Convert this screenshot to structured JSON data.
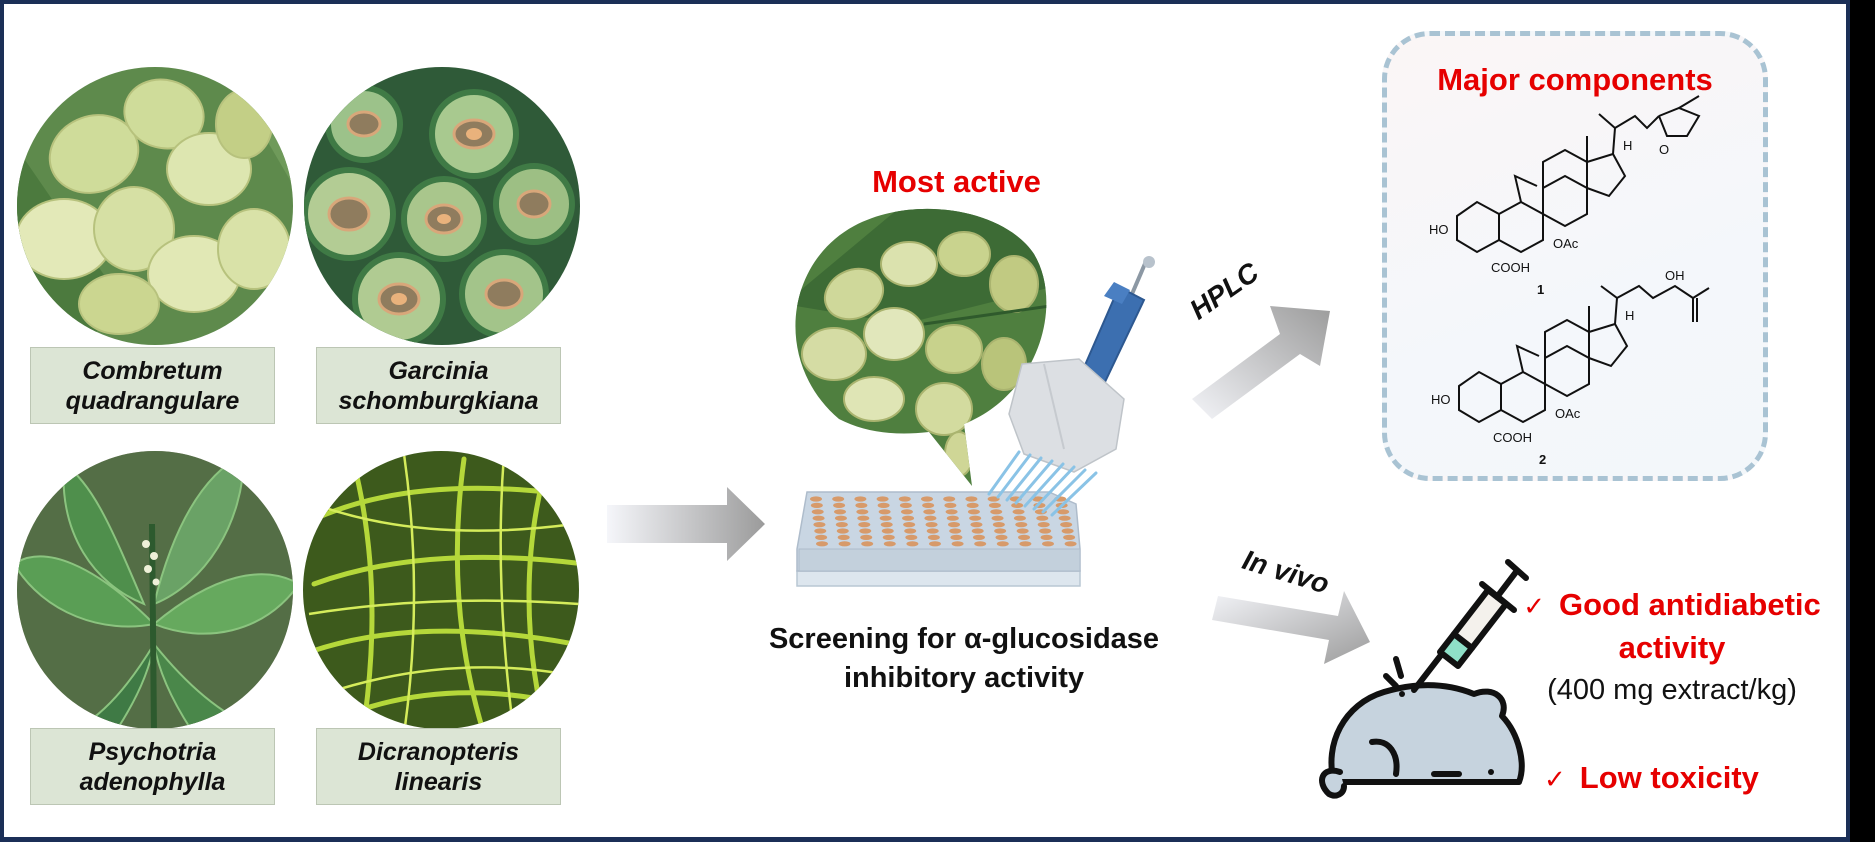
{
  "species": [
    {
      "line1": "Combretum",
      "line2": "quadrangulare",
      "photo": "winged-fruit-leaves-photo"
    },
    {
      "line1": "Garcinia",
      "line2": "schomburgkiana",
      "photo": "sliced-green-fruit-photo"
    },
    {
      "line1": "Psychotria",
      "line2": "adenophylla",
      "photo": "broad-leaf-plant-photo"
    },
    {
      "line1": "Dicranopteris",
      "line2": "linearis",
      "photo": "fern-foliage-photo"
    }
  ],
  "screening": {
    "highlight_label": "Most active",
    "caption_line1": "Screening for α-glucosidase",
    "caption_line2": "inhibitory activity"
  },
  "flow": {
    "hplc_label": "HPLC",
    "invivo_label": "In vivo"
  },
  "components": {
    "title": "Major components",
    "compounds": [
      {
        "number": "1",
        "labels": [
          "HO",
          "COOH",
          "OAc",
          "H",
          "O"
        ]
      },
      {
        "number": "2",
        "labels": [
          "HO",
          "COOH",
          "OAc",
          "H",
          "OH"
        ]
      }
    ]
  },
  "outcomes": {
    "check_symbol": "✓",
    "item1_line1": "Good antidiabetic",
    "item1_line2": "activity",
    "item1_detail": "(400 mg extract/kg)",
    "item2": "Low toxicity"
  },
  "colors": {
    "accent_red": "#e60000",
    "frame_navy": "#1b2f57",
    "label_bg": "#dce5d5",
    "dash_border": "#a9c3d3"
  }
}
